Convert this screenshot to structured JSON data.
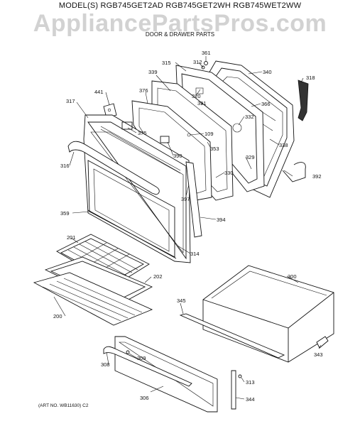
{
  "header": {
    "models": "MODEL(S) RGB745GET2AD  RGB745GET2WH  RGB745WET2WW",
    "watermark": "AppliancePartsPros.com",
    "section": "DOOR & DRAWER PARTS"
  },
  "footer": {
    "art_no": "(ART NO. WB11630) C2"
  },
  "callouts": [
    {
      "id": "p361",
      "text": "361"
    },
    {
      "id": "p312",
      "text": "312"
    },
    {
      "id": "p315",
      "text": "315"
    },
    {
      "id": "p339",
      "text": "339"
    },
    {
      "id": "p340",
      "text": "340"
    },
    {
      "id": "p318",
      "text": "318"
    },
    {
      "id": "p441",
      "text": "441"
    },
    {
      "id": "p376",
      "text": "376"
    },
    {
      "id": "p320",
      "text": "320"
    },
    {
      "id": "p391",
      "text": "391"
    },
    {
      "id": "p366",
      "text": "366"
    },
    {
      "id": "p317",
      "text": "317"
    },
    {
      "id": "p332",
      "text": "332"
    },
    {
      "id": "p375",
      "text": "375"
    },
    {
      "id": "p109",
      "text": "109"
    },
    {
      "id": "p338",
      "text": "338"
    },
    {
      "id": "p353",
      "text": "353"
    },
    {
      "id": "p390",
      "text": "390"
    },
    {
      "id": "p329",
      "text": "329"
    },
    {
      "id": "p316",
      "text": "316"
    },
    {
      "id": "p330",
      "text": "330"
    },
    {
      "id": "p392",
      "text": "392"
    },
    {
      "id": "p397",
      "text": "397"
    },
    {
      "id": "p359",
      "text": "359"
    },
    {
      "id": "p394",
      "text": "394"
    },
    {
      "id": "p314",
      "text": "314"
    },
    {
      "id": "p201",
      "text": "201"
    },
    {
      "id": "p300",
      "text": "300"
    },
    {
      "id": "p202",
      "text": "202"
    },
    {
      "id": "p345",
      "text": "345"
    },
    {
      "id": "p200",
      "text": "200"
    },
    {
      "id": "p309",
      "text": "309"
    },
    {
      "id": "p343",
      "text": "343"
    },
    {
      "id": "p308",
      "text": "308"
    },
    {
      "id": "p313",
      "text": "313"
    },
    {
      "id": "p306",
      "text": "306"
    },
    {
      "id": "p344",
      "text": "344"
    }
  ]
}
